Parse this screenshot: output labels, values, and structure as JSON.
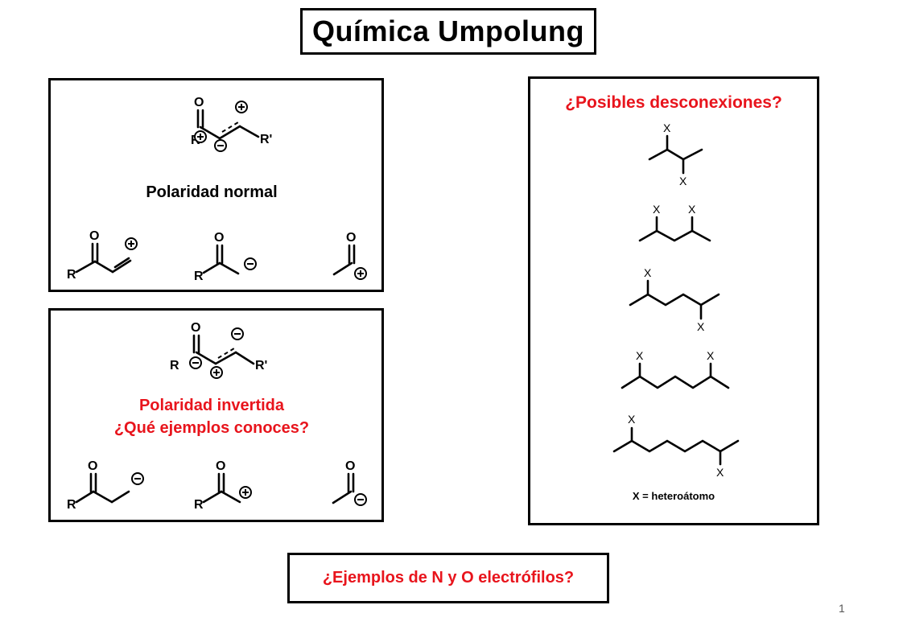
{
  "title": "Química Umpolung",
  "normal_box": {
    "label": "Polaridad normal"
  },
  "inverted_box": {
    "label_line1": "Polaridad invertida",
    "label_line2": "¿Qué ejemplos conoces?"
  },
  "disconnections_box": {
    "title": "¿Posibles desconexiones?",
    "legend": "X = heteroátomo"
  },
  "atoms": {
    "oxygen": "O",
    "r_group": "R",
    "r_prime": "R'",
    "heteroatom": "X"
  },
  "bottom_question": "¿Ejemplos de N y O electrófilos?",
  "page_number": "1",
  "colors": {
    "red_text": "#e8141c",
    "black": "#000000"
  },
  "icons": {
    "positive": "plus-charge-icon",
    "negative": "minus-charge-icon"
  }
}
